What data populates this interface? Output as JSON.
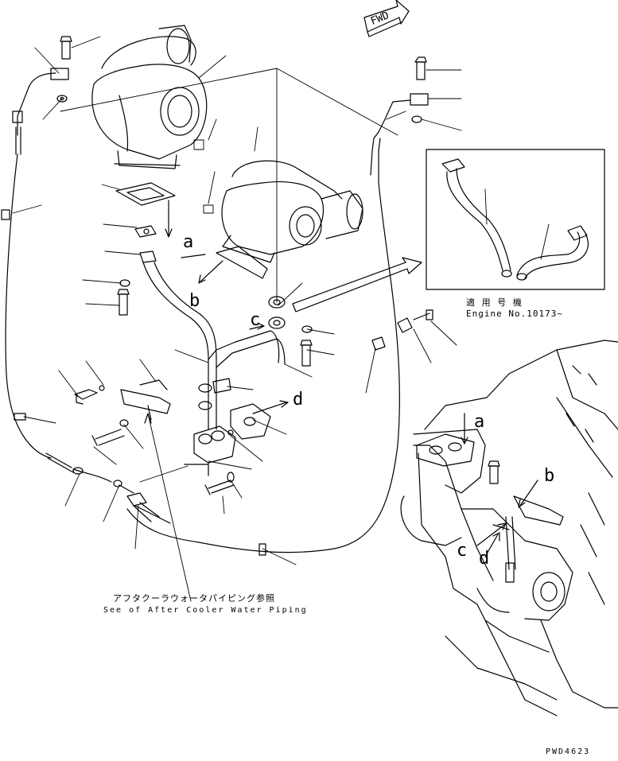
{
  "direction_sign": "FWD",
  "callouts": {
    "a_left": "a",
    "b_left": "b",
    "c_left": "c",
    "d_left": "d",
    "a_right": "a",
    "b_right": "b",
    "c_right": "c",
    "d_right": "d"
  },
  "inset_note": {
    "line1": "適 用 号 機",
    "line2": "Engine No.10173~"
  },
  "reference_note": {
    "jp": "アフタクーラウォータパイピング参照",
    "en": "See of After Cooler Water Piping"
  },
  "drawing_code": "PWD4623",
  "colors": {
    "ink": "#000000",
    "paper": "#ffffff"
  }
}
